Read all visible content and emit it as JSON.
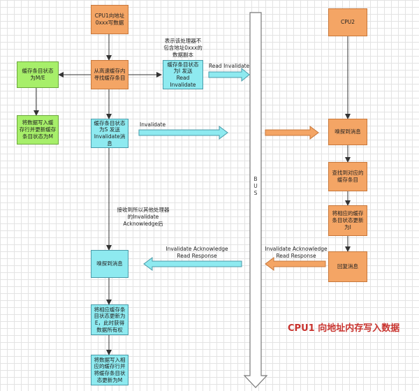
{
  "title": "CPU1 向地址内存写入数据",
  "bus_label": [
    "B",
    "U",
    "S"
  ],
  "colors": {
    "orange": "#f4a565",
    "cyan": "#8eeaf0",
    "green": "#a7ef6a",
    "title_red": "#c8322d"
  },
  "boxes": {
    "cpu1": "CPU1向地址\n0xxx写数据",
    "find_entry": "从高速缓存内\n寻找缓存条目",
    "state_me": "缓存条目状态\n为M/E",
    "write_update_m": "将数据写入缓\n存行并更新缓存\n条目状态为M",
    "state_i_read": "缓存条目状态\n为I  发送\nRead\nInvalidate",
    "state_s": "缓存条目状态\n为S  发送\nInvalidate消\n息",
    "cpu1_snoop": "嗅探到消息",
    "update_e": "将相应缓存条\n目状态更新为\nE，此时获得\n数据所有权",
    "write_update_m2": "将数据写入相\n应的缓存行并\n将缓存条目状\n态更新为M",
    "cpu2": "CPU2",
    "cpu2_snoop": "嗅探到消息",
    "find_entry2": "查找到对应的\n缓存条目",
    "update_i": "将相应的缓存\n条目状态更新\n为I",
    "reply": "回复消息"
  },
  "labels": {
    "no_copy": "表示该处理器不\n包含地址0xxx的\n数据副本",
    "read_invalidate": "Read Invalidate",
    "invalidate": "Invalidate",
    "received_ack": "接收到所以其他处理器\n的Invalidate\nAcknowledge后",
    "ack_read_left": "Invalidate Acknowledge\nRead Response",
    "ack_read_right": "Invalidate Acknowledge\nRead Response"
  }
}
